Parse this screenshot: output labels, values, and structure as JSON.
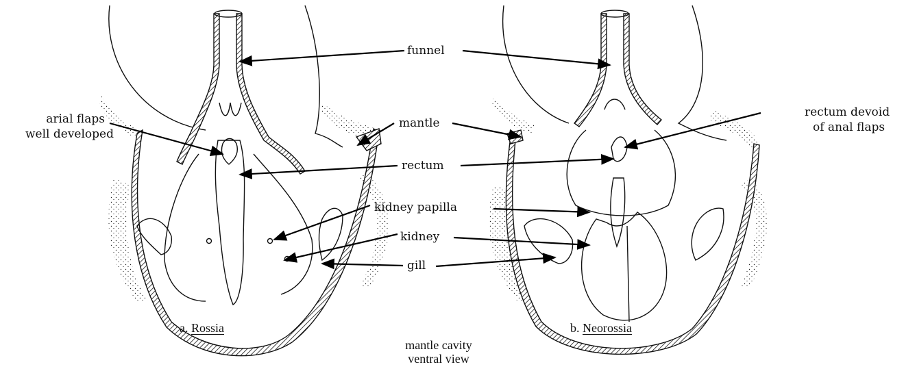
{
  "labels": {
    "funnel": "funnel",
    "mantle": "mantle",
    "rectum": "rectum",
    "kidney_papilla": "kidney papilla",
    "kidney": "kidney",
    "gill": "gill",
    "arial_flaps_line1": "arial flaps",
    "arial_flaps_line2": "well developed",
    "rectum_devoid_line1": "rectum devoid",
    "rectum_devoid_line2": "of anal flaps"
  },
  "captions": {
    "a_prefix": "a.",
    "a_name": "Rossia",
    "b_prefix": "b.",
    "b_name": "Neorossia",
    "center_line1": "mantle cavity",
    "center_line2": "ventral view"
  }
}
